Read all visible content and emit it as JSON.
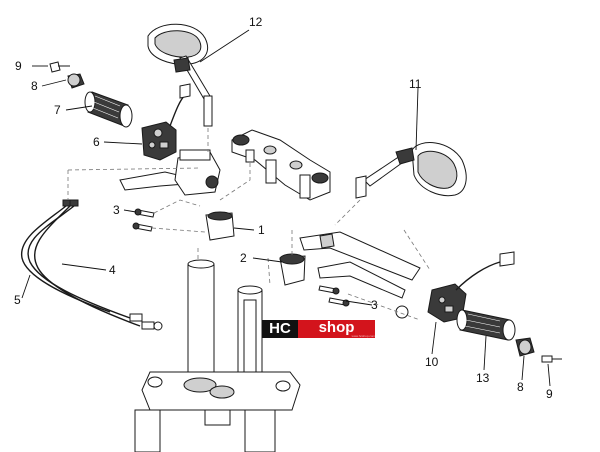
{
  "callouts": [
    {
      "id": "c-1",
      "label": "1"
    },
    {
      "id": "c-2",
      "label": "2"
    },
    {
      "id": "c-3a",
      "label": "3"
    },
    {
      "id": "c-3b",
      "label": "3"
    },
    {
      "id": "c-4",
      "label": "4"
    },
    {
      "id": "c-5",
      "label": "5"
    },
    {
      "id": "c-6",
      "label": "6"
    },
    {
      "id": "c-7",
      "label": "7"
    },
    {
      "id": "c-8a",
      "label": "8"
    },
    {
      "id": "c-8b",
      "label": "8"
    },
    {
      "id": "c-9a",
      "label": "9"
    },
    {
      "id": "c-9b",
      "label": "9"
    },
    {
      "id": "c-10",
      "label": "10"
    },
    {
      "id": "c-11",
      "label": "11"
    },
    {
      "id": "c-12",
      "label": "12"
    },
    {
      "id": "c-13",
      "label": "13"
    }
  ],
  "logo": {
    "brand_left": "HC",
    "brand_right": "shop",
    "watermark_small": "www.hcshop.com"
  },
  "colors": {
    "logo_black": "#111111",
    "logo_red": "#d3141c",
    "line": "#1a1a1a"
  }
}
